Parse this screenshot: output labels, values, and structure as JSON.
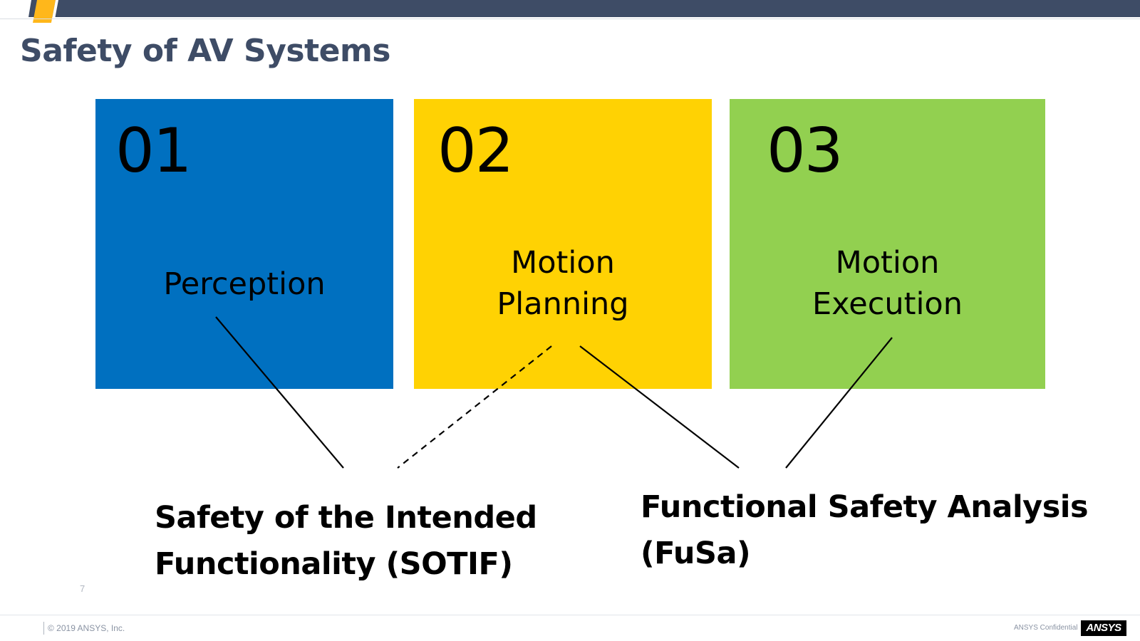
{
  "slide": {
    "title": "Safety of AV Systems",
    "page_number": "7"
  },
  "boxes": [
    {
      "number": "01",
      "label_lines": [
        "Perception"
      ],
      "color": "#0070c0"
    },
    {
      "number": "02",
      "label_lines": [
        "Motion",
        "Planning"
      ],
      "color": "#ffd203"
    },
    {
      "number": "03",
      "label_lines": [
        "Motion",
        "Execution"
      ],
      "color": "#92d050"
    }
  ],
  "categories": {
    "sotif": {
      "lines": [
        "Safety of the Intended",
        "Functionality (SOTIF)"
      ]
    },
    "fusa": {
      "lines": [
        "Functional Safety Analysis",
        "(FuSa)"
      ]
    }
  },
  "footer": {
    "copyright": "© 2019 ANSYS, Inc.",
    "confidential": "ANSYS Confidential",
    "logo_text": "ANSYS"
  },
  "colors": {
    "header_bar": "#3e4c66",
    "accent": "#ffb71b",
    "title": "#3e4c66"
  }
}
